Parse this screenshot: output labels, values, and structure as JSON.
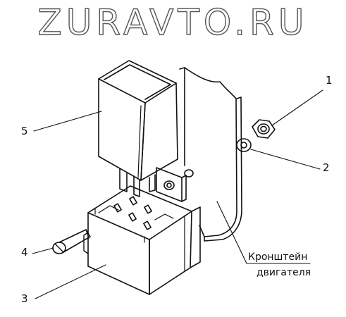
{
  "watermark": "ZURAVTO.RU",
  "callouts": {
    "c1": "1",
    "c2": "2",
    "c3": "3",
    "c4": "4",
    "c5": "5"
  },
  "bracket_caption": {
    "line1": "Кронштейн",
    "line2": "двигателя"
  },
  "colors": {
    "ink": "#111111",
    "watermark_outline": "#555555",
    "background": "#ffffff"
  }
}
